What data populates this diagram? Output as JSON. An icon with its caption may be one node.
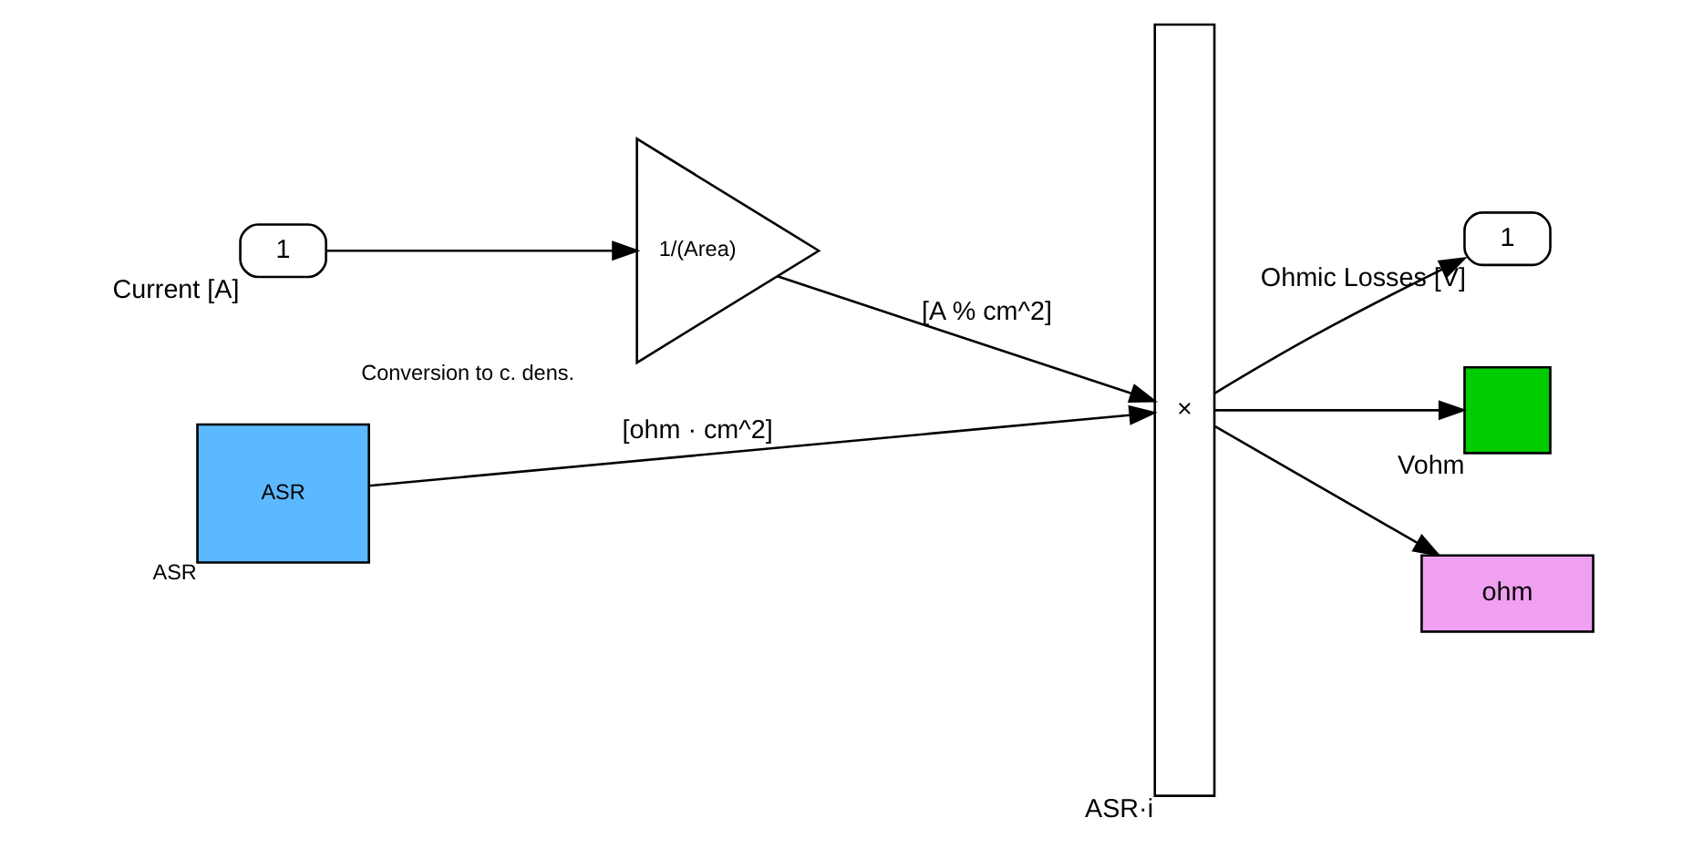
{
  "diagram": {
    "nodes": [
      {
        "text": [
          "1"
        ],
        "beside": [
          "Current [A]"
        ]
      },
      {
        "text": [
          "1/(Area)"
        ],
        "beside": [
          "Conversion to c. dens."
        ]
      },
      {
        "text": [
          "ASR"
        ],
        "beside": [
          "ASR"
        ]
      },
      {
        "text": [
          "×"
        ],
        "beside": [
          "ASR·i"
        ]
      },
      {
        "text": [
          "1"
        ],
        "beside": [
          "Ohmic Losses [V]"
        ]
      },
      {
        "text": [],
        "shape": "box",
        "beside": [
          "Vohm"
        ]
      },
      {
        "text": [
          "ohm"
        ]
      }
    ],
    "edges": [
      {
        "from": 0,
        "to": 1,
        "arrow": "to"
      },
      {
        "from": 1,
        "to": 3,
        "arrow": "to",
        "label": "[A % cm^2]"
      },
      {
        "from": 2,
        "to": 3,
        "arrow": "to",
        "label": "[ohm · cm^2]"
      },
      {
        "from": 3,
        "to": 4,
        "arrow": "to"
      },
      {
        "from": 3,
        "to": 5,
        "arrow": "to"
      },
      {
        "from": 3,
        "to": 6,
        "arrow": "to"
      }
    ]
  }
}
